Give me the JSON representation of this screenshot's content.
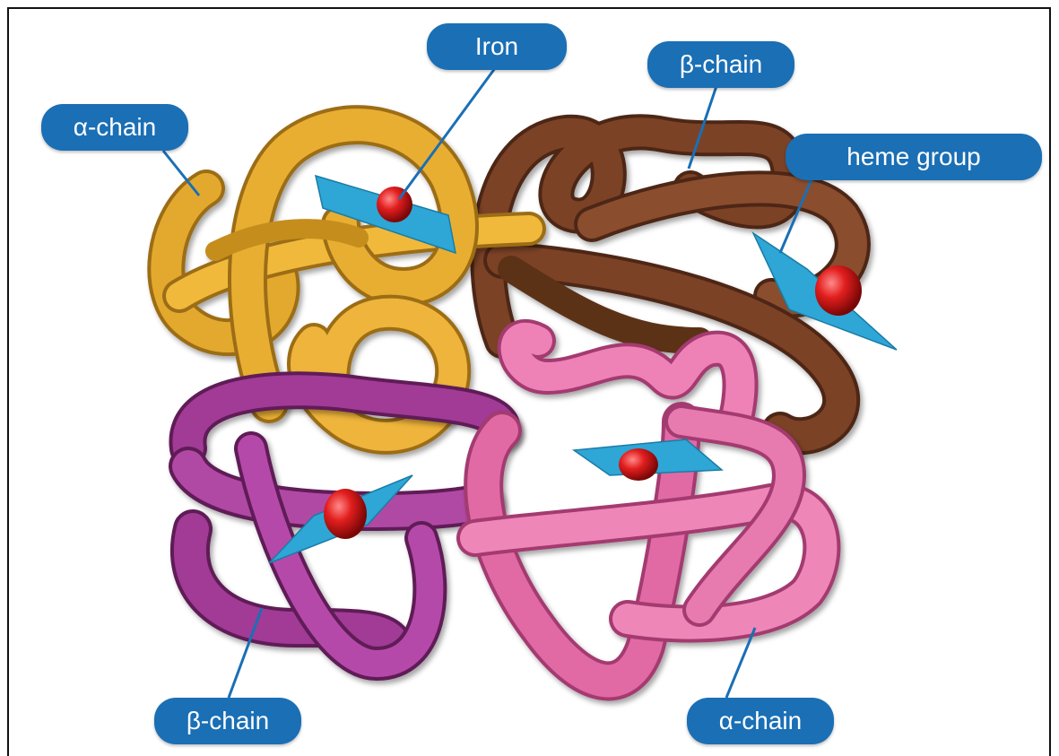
{
  "labels": {
    "iron": "Iron",
    "alpha_chain_top": "α-chain",
    "beta_chain_top": "β-chain",
    "heme_group": "heme group",
    "beta_chain_bottom": "β-chain",
    "alpha_chain_bottom": "α-chain"
  },
  "colors": {
    "alpha_chain_1": "#e3a92e",
    "beta_chain_1": "#7b4326",
    "beta_chain_2": "#a13a96",
    "alpha_chain_2": "#e16aa5",
    "heme_plane": "#2ea6d6",
    "iron": "#d81b1b",
    "callout": "#1a6fb5"
  }
}
